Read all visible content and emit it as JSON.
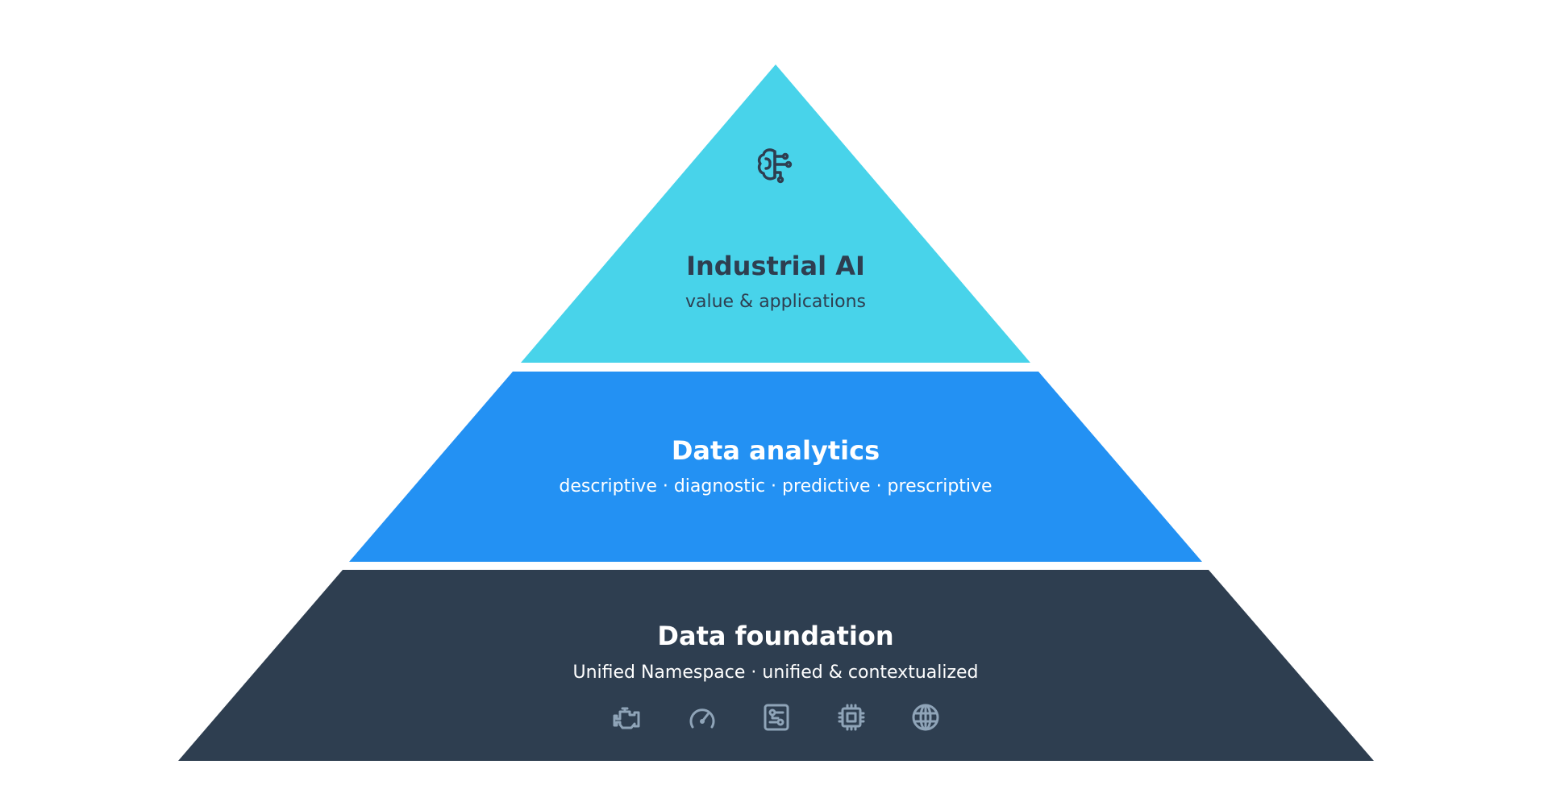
{
  "colors": {
    "top": "#48d3ea",
    "middle": "#2391f3",
    "bottom": "#2e3e50",
    "top_text": "#2e3e50",
    "middle_text": "#ffffff",
    "bottom_text": "#ffffff",
    "bottom_icons": "#8fa4b8"
  },
  "layers": {
    "top": {
      "icon": "brain-icon",
      "title": "Industrial AI",
      "subtitle": "value & applications"
    },
    "middle": {
      "title": "Data analytics",
      "subtitle": "descriptive · diagnostic · predictive · prescriptive"
    },
    "bottom": {
      "title": "Data foundation",
      "subtitle": "Unified Namespace · unified & contextualized",
      "icons": [
        "engine-icon",
        "gauge-icon",
        "control-panel-icon",
        "chip-icon",
        "globe-icon"
      ]
    }
  }
}
